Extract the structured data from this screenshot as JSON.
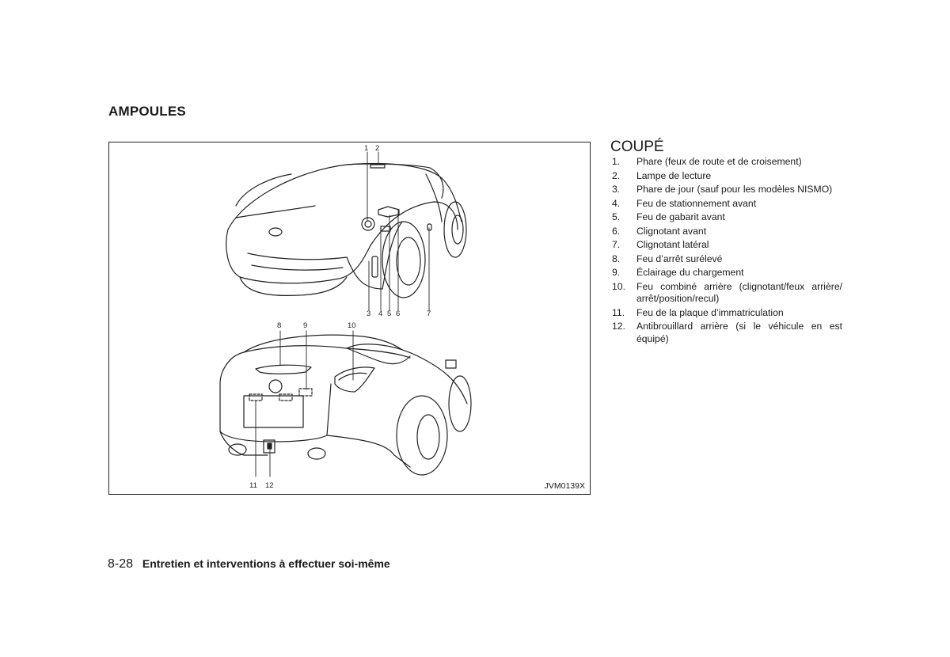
{
  "section_title": "AMPOULES",
  "figure": {
    "code": "JVM0139X",
    "callouts_front": [
      "1",
      "2",
      "3",
      "4",
      "5",
      "6",
      "7"
    ],
    "callouts_rear": [
      "8",
      "9",
      "10",
      "11",
      "12"
    ]
  },
  "sub_title": "COUPÉ",
  "items": [
    {
      "num": "1.",
      "text": "Phare (feux de route et de croisement)"
    },
    {
      "num": "2.",
      "text": "Lampe de lecture"
    },
    {
      "num": "3.",
      "text": "Phare de jour (sauf pour les modèles NISMO)"
    },
    {
      "num": "4.",
      "text": "Feu de stationnement avant"
    },
    {
      "num": "5.",
      "text": "Feu de gabarit avant"
    },
    {
      "num": "6.",
      "text": "Clignotant avant"
    },
    {
      "num": "7.",
      "text": "Clignotant latéral"
    },
    {
      "num": "8.",
      "text": "Feu d’arrêt surélevé"
    },
    {
      "num": "9.",
      "text": "Éclairage du chargement"
    },
    {
      "num": "10.",
      "text": "Feu combiné arrière (clignotant/feux arrière/ arrêt/position/recul)"
    },
    {
      "num": "11.",
      "text": "Feu de la plaque d’immatriculation"
    },
    {
      "num": "12.",
      "text": "Antibrouillard arrière (si le véhicule en est équipé)"
    }
  ],
  "footer": {
    "page_number": "8-28",
    "chapter_title": "Entretien et interventions à effectuer soi-même"
  }
}
